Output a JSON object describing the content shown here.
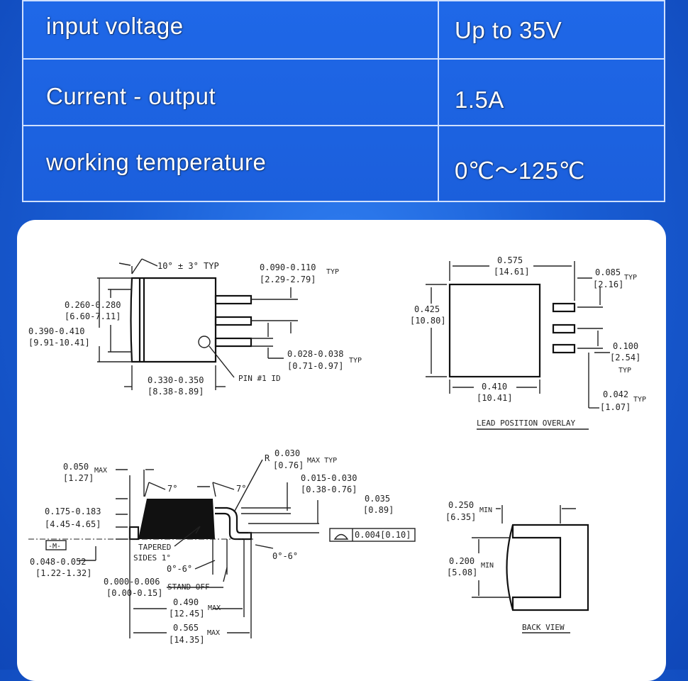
{
  "specs": [
    {
      "label": "input voltage",
      "value": "Up to 35V"
    },
    {
      "label": "Current - output",
      "value": "1.5A"
    },
    {
      "label": "working temperature",
      "value": "0℃～125℃"
    }
  ],
  "drawing": {
    "top_view": {
      "angle": "10° ± 3° TYP",
      "lead_pitch_in": "0.090-0.110",
      "lead_pitch_mm": "[2.29-2.79]",
      "typ": "TYP",
      "body_h_in": "0.260-0.280",
      "body_h_mm": "[6.60-7.11]",
      "total_h_in": "0.390-0.410",
      "total_h_mm": "[9.91-10.41]",
      "lead_w_in": "0.028-0.038",
      "lead_w_mm": "[0.71-0.97]",
      "body_w_in": "0.330-0.350",
      "body_w_mm": "[8.38-8.89]",
      "pin_id": "PIN #1 ID"
    },
    "overlay": {
      "w_in": "0.575",
      "w_mm": "[14.61]",
      "h_in": "0.425",
      "h_mm": "[10.80]",
      "pad_in": "0.085",
      "pad_mm": "[2.16]",
      "pitch_in": "0.100",
      "pitch_mm": "[2.54]",
      "body_in": "0.410",
      "body_mm": "[10.41]",
      "lead_in": "0.042",
      "lead_mm": "[1.07]",
      "typ": "TYP",
      "caption": "LEAD POSITION OVERLAY"
    },
    "side_view": {
      "max_in": "0.050",
      "max_mm": "[1.27]",
      "max": "MAX",
      "angle1": "7°",
      "angle2": "7°",
      "r_prefix": "R",
      "r_in": "0.030",
      "r_mm": "[0.76]",
      "r_suffix": "MAX TYP",
      "t_in": "0.015-0.030",
      "t_mm": "[0.38-0.76]",
      "h1_in": "0.175-0.183",
      "h1_mm": "[4.45-4.65]",
      "lead_in": "0.035",
      "lead_mm": "[0.89]",
      "datum": "-M-",
      "flatness": "0.004[0.10]",
      "tapered1": "TAPERED",
      "tapered2": "SIDES 1°",
      "h2_in": "0.048-0.052",
      "h2_mm": "[1.22-1.32]",
      "foot_angle": "0°-6°",
      "angle3": "0°-6°",
      "standoff_in": "0.000-0.006",
      "standoff_mm": "[0.00-0.15]",
      "standoff": "STAND-OFF",
      "w1_in": "0.490",
      "w1_mm": "[12.45]",
      "w2_in": "0.565",
      "w2_mm": "[14.35]"
    },
    "back_view": {
      "w_in": "0.250",
      "w_mm": "[6.35]",
      "h_in": "0.200",
      "h_mm": "[5.08]",
      "min": "MIN",
      "caption": "BACK VIEW"
    }
  }
}
